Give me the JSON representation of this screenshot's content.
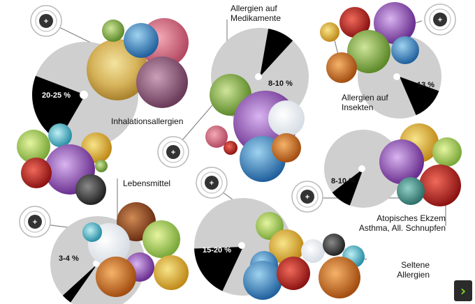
{
  "groups": [
    {
      "id": "inhalation",
      "title": "Inhalationsallergien",
      "percent": "20-25 %",
      "share": 22.5
    },
    {
      "id": "medikamente",
      "title": "Allergien auf\nMedikamente",
      "percent": "8-10 %",
      "share": 9
    },
    {
      "id": "insekten",
      "title": "Allergien auf\nInsekten",
      "percent": "13 %",
      "share": 13
    },
    {
      "id": "lebensmittel",
      "title": "Lebensmittel",
      "percent": "3-4 %",
      "share": 3.5
    },
    {
      "id": "selten",
      "title": "Seltene\nAllergien",
      "percent": "15-20 %",
      "share": 17.5
    },
    {
      "id": "ekzem",
      "title": "Atopisches Ekzem\nAsthma, All. Schnupfen",
      "percent": "8-10 %",
      "share": 9
    }
  ],
  "icons": {
    "expand": "plus-icon",
    "next": "chevron-right-icon"
  },
  "next_label": "›",
  "colors": {
    "pie_gray": "#cfcfcf",
    "pie_black": "#000000",
    "button_dark": "#333333",
    "accent_green": "#7ed321"
  }
}
